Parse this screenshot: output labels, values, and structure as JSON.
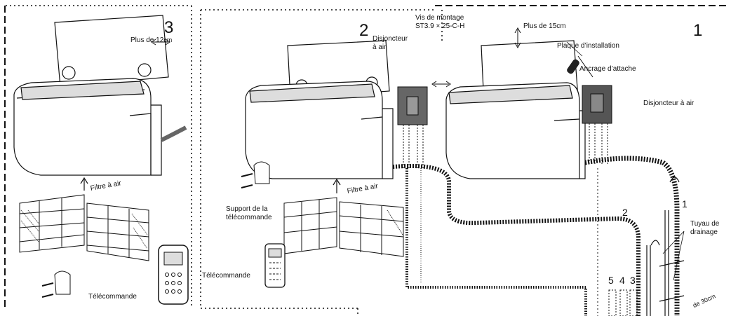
{
  "steps": {
    "s1": "1",
    "s2": "2",
    "s3": "3"
  },
  "labels": {
    "plus12": "Plus de 12",
    "cm": "cm",
    "vis1": "Vis de montage",
    "vis2": "ST3.9 × 25-C-H",
    "plus15": "Plus de 15cm",
    "plaque": "Plaque d’installation",
    "ancrage": "Ancrage d’attache",
    "disj2a": "Disjoncteur",
    "disj2b": "à air",
    "disj1": "Disjoncteur à air",
    "filtre3": "Filtre à air",
    "filtre2": "Filtre à air",
    "support1": "Support de la",
    "support2": "télécommande",
    "tele2": "Télécommande",
    "tele3": "Télécommande",
    "tuyau1": "Tuyau de",
    "tuyau2": "drainage",
    "plus30": "de 30cm"
  },
  "pipe_numbers": {
    "p1": "1",
    "p2": "2",
    "p3": "3",
    "p4": "4",
    "p5": "5"
  }
}
